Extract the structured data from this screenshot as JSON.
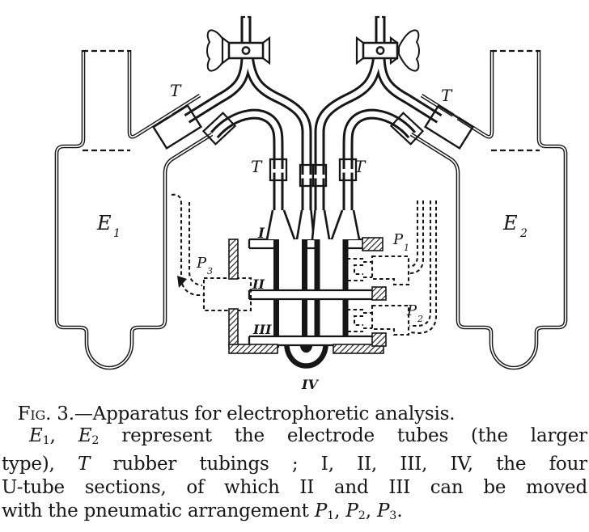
{
  "figure": {
    "ink_color": "#161616",
    "background_color": "#ffffff",
    "labels": {
      "e1": {
        "main": "E",
        "sub": "1"
      },
      "e2": {
        "main": "E",
        "sub": "2"
      },
      "t": "T",
      "section1": "I",
      "section2": "II",
      "section3": "III",
      "section4": "IV",
      "p1": {
        "main": "P",
        "sub": "1"
      },
      "p2": {
        "main": "P",
        "sub": "2"
      },
      "p3": {
        "main": "P",
        "sub": "3"
      }
    }
  },
  "caption": {
    "fig_label": "Fig. 3.",
    "fig_rest": "—Apparatus for electrophoretic analysis.",
    "lines": [
      {
        "indent": true,
        "justify": true,
        "segments": [
          {
            "t": "E",
            "i": 1
          },
          {
            "t": "1",
            "sub": 1
          },
          {
            "t": ", "
          },
          {
            "t": "E",
            "i": 1
          },
          {
            "t": "2",
            "sub": 1
          },
          {
            "t": " represent the electrode tubes (the larger"
          }
        ]
      },
      {
        "justify": true,
        "segments": [
          {
            "t": "type), "
          },
          {
            "t": "T",
            "i": 1
          },
          {
            "t": " rubber tubings ; I, II, III, IV, the four"
          }
        ]
      },
      {
        "justify": true,
        "segments": [
          {
            "t": "U-tube sections, of which II and III can be moved"
          }
        ]
      },
      {
        "justify": false,
        "segments": [
          {
            "t": "with the pneumatic arrangement "
          },
          {
            "t": "P",
            "i": 1
          },
          {
            "t": "1",
            "sub": 1
          },
          {
            "t": ", "
          },
          {
            "t": "P",
            "i": 1
          },
          {
            "t": "2",
            "sub": 1
          },
          {
            "t": ", "
          },
          {
            "t": "P",
            "i": 1
          },
          {
            "t": "3",
            "sub": 1
          },
          {
            "t": "."
          }
        ]
      }
    ]
  }
}
